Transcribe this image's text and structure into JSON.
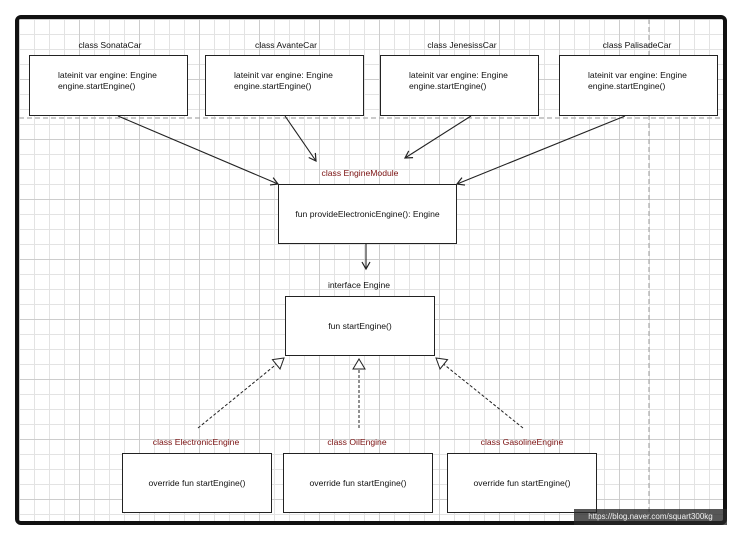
{
  "car_classes": [
    {
      "title": "class SonataCar",
      "line1": "lateinit var engine: Engine",
      "line2": "engine.startEngine()"
    },
    {
      "title": "class AvanteCar",
      "line1": "lateinit var engine: Engine",
      "line2": "engine.startEngine()"
    },
    {
      "title": "class JenesissCar",
      "line1": "lateinit var engine: Engine",
      "line2": "engine.startEngine()"
    },
    {
      "title": "class PalisadeCar",
      "line1": "lateinit var engine: Engine",
      "line2": "engine.startEngine()"
    }
  ],
  "module": {
    "title": "class EngineModule",
    "body": "fun provideElectronicEngine(): Engine"
  },
  "interface": {
    "title": "interface Engine",
    "body": "fun startEngine()"
  },
  "implementations": [
    {
      "title": "class ElectronicEngine",
      "body": "override fun startEngine()"
    },
    {
      "title": "class OilEngine",
      "body": "override fun startEngine()"
    },
    {
      "title": "class GasolineEngine",
      "body": "override fun startEngine()"
    }
  ],
  "colors": {
    "line": "#222222",
    "impl_title": "#7a1010",
    "module_title": "#7a1010"
  },
  "watermark": "https://blog.naver.com/squart300kg"
}
